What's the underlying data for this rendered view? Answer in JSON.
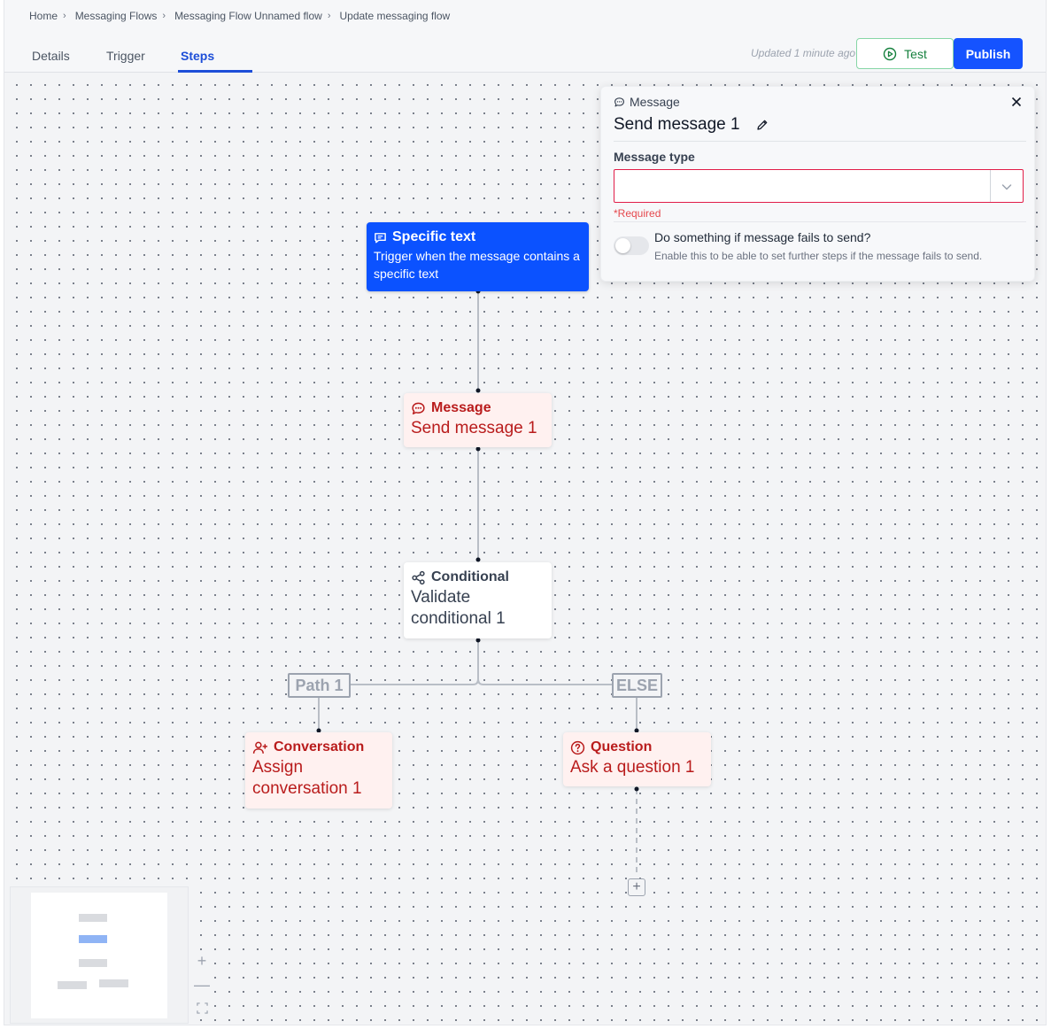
{
  "breadcrumb": [
    {
      "label": "Home"
    },
    {
      "label": "Messaging Flows"
    },
    {
      "label": "Messaging Flow Unnamed flow"
    },
    {
      "label": "Update messaging flow"
    }
  ],
  "tabs": [
    {
      "label": "Details"
    },
    {
      "label": "Trigger"
    },
    {
      "label": "Steps",
      "active": true
    }
  ],
  "header": {
    "updated_text": "Updated 1 minute ago",
    "test_label": "Test",
    "publish_label": "Publish"
  },
  "flow": {
    "trigger": {
      "type_label": "Specific text",
      "description": "Trigger when the message contains a specific text",
      "icon": "message-square-icon"
    },
    "message": {
      "type_label": "Message",
      "name": "Send message 1",
      "icon": "message-circle-icon"
    },
    "conditional": {
      "type_label": "Conditional",
      "name": "Validate conditional 1",
      "icon": "share-icon"
    },
    "path_label": "Path 1",
    "else_label": "ELSE",
    "conversation": {
      "type_label": "Conversation",
      "name": "Assign conversation 1",
      "icon": "user-plus-icon"
    },
    "question": {
      "type_label": "Question",
      "name": "Ask a question 1",
      "icon": "help-circle-icon"
    },
    "add_step": "+"
  },
  "zoom": {
    "in": "+",
    "out": "—"
  },
  "panel": {
    "kind": "Message",
    "title": "Send message 1",
    "field_label": "Message type",
    "field_value": "",
    "required_text": "*Required",
    "toggle_title": "Do something if message fails to send?",
    "toggle_desc": "Enable this to be able to set further steps if the message fails to send.",
    "toggle_on": false
  },
  "colors": {
    "primary": "#1553ff",
    "trigger_node": "#0b52ff",
    "error_node_bg": "#fff1f0",
    "error_text": "#b91c1c",
    "test_green": "#15803d",
    "required_red": "#e5484d"
  }
}
